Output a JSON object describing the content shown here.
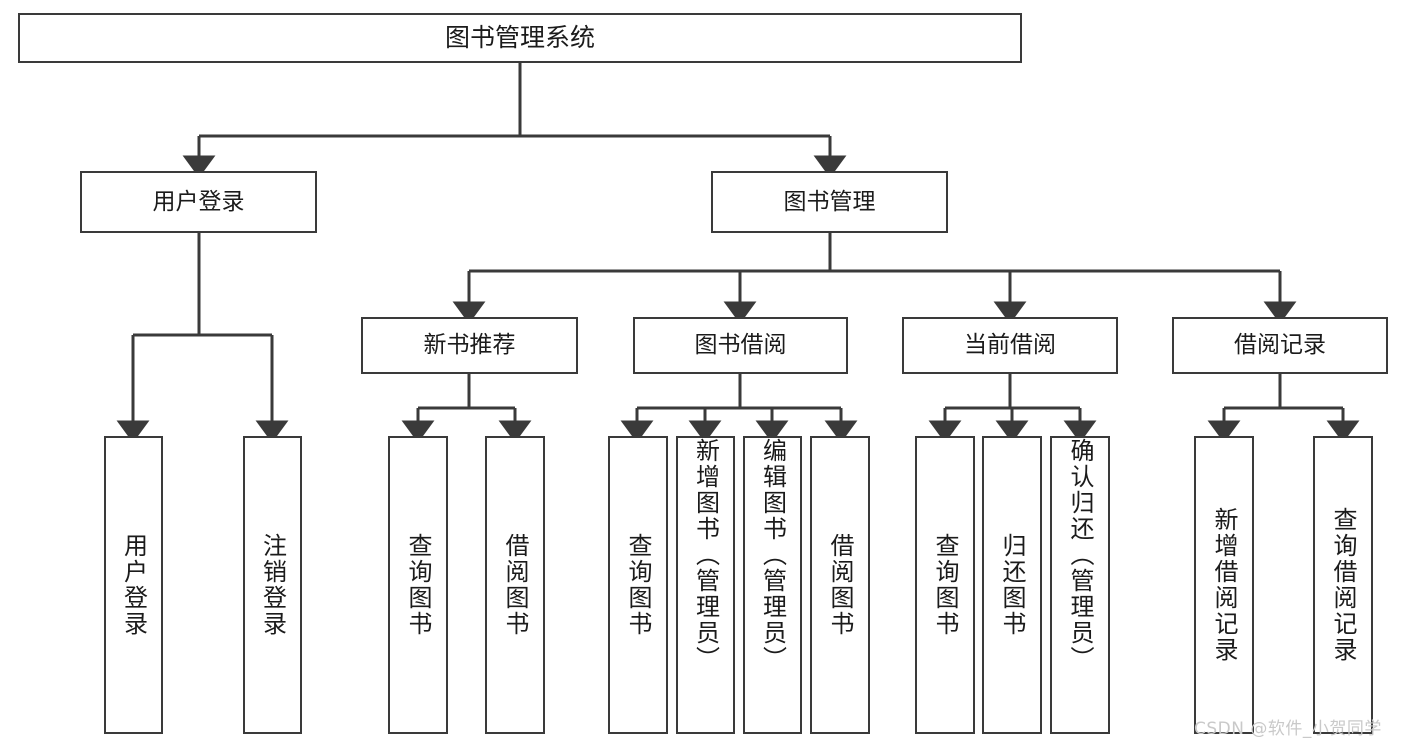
{
  "diagram": {
    "title": "图书管理系统",
    "type": "hierarchy-tree",
    "colors": {
      "node_border": "#3a3a3a",
      "node_fill": "#ffffff",
      "edge": "#3a3a3a",
      "text": "#1b1b1b",
      "watermark": "#c9c9c9",
      "background": "#ffffff"
    },
    "root": {
      "label": "图书管理系统"
    },
    "tier2": [
      {
        "label": "用户登录"
      },
      {
        "label": "图书管理"
      }
    ],
    "tier3": [
      {
        "label": "新书推荐"
      },
      {
        "label": "图书借阅"
      },
      {
        "label": "当前借阅"
      },
      {
        "label": "借阅记录"
      }
    ],
    "leaves": {
      "user_login": [
        {
          "label": "用户登录"
        },
        {
          "label": "注销登录"
        }
      ],
      "new_book_recommend": [
        {
          "label": "查询图书"
        },
        {
          "label": "借阅图书"
        }
      ],
      "book_borrow": [
        {
          "label": "查询图书"
        },
        {
          "label": "新增图书（管理员）"
        },
        {
          "label": "编辑图书（管理员）"
        },
        {
          "label": "借阅图书"
        }
      ],
      "current_borrow": [
        {
          "label": "查询图书"
        },
        {
          "label": "归还图书"
        },
        {
          "label": "确认归还（管理员）"
        }
      ],
      "borrow_record": [
        {
          "label": "新增借阅记录"
        },
        {
          "label": "查询借阅记录"
        }
      ]
    }
  },
  "watermark": {
    "text": "CSDN @软件_小贺同学"
  }
}
